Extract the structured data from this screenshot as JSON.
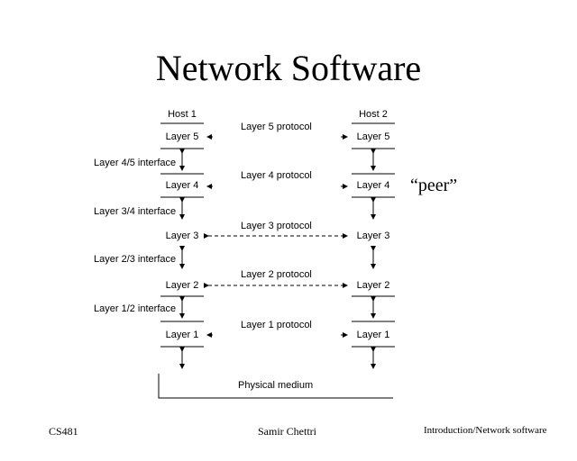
{
  "title": "Network Software",
  "diagram": {
    "hosts": [
      "Host 1",
      "Host 2"
    ],
    "layers_left": [
      "Layer 5",
      "Layer 4",
      "Layer 3",
      "Layer 2",
      "Layer 1"
    ],
    "layers_right": [
      "Layer 5",
      "Layer 4",
      "Layer 3",
      "Layer 2",
      "Layer 1"
    ],
    "protocols": [
      "Layer 5 protocol",
      "Layer 4 protocol",
      "Layer 3 protocol",
      "Layer 2 protocol",
      "Layer 1 protocol"
    ],
    "interfaces": [
      "Layer 4/5 interface",
      "Layer 3/4 interface",
      "Layer 2/3 interface",
      "Layer 1/2 interface"
    ],
    "medium": "Physical medium",
    "annotation": "“peer”"
  },
  "footer": {
    "left": "CS481",
    "center": "Samir Chettri",
    "right": "Introduction/Network software"
  }
}
